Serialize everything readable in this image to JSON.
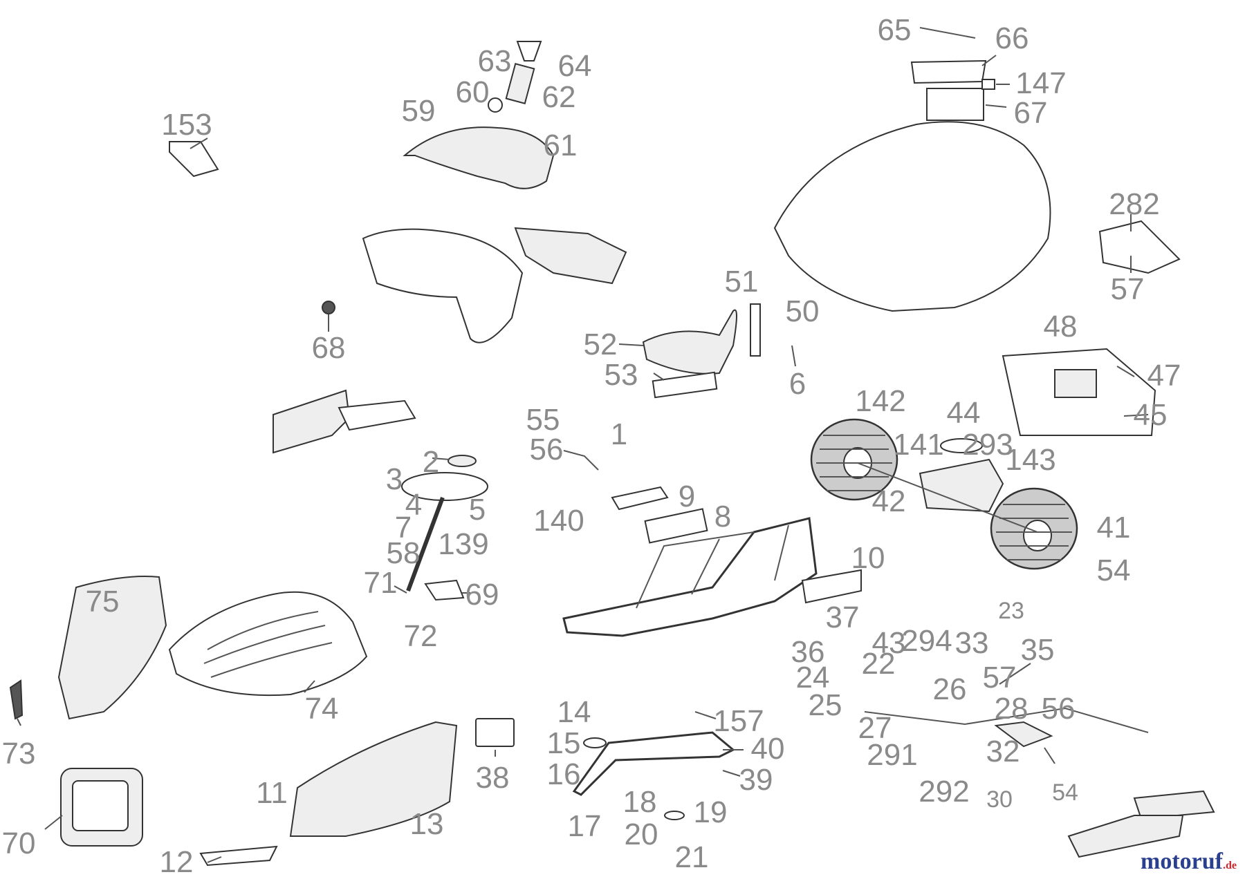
{
  "labels": [
    "153",
    "63",
    "64",
    "60",
    "62",
    "59",
    "61",
    "65",
    "66",
    "147",
    "67",
    "282",
    "57",
    "68",
    "51",
    "50",
    "52",
    "53",
    "6",
    "48",
    "47",
    "45",
    "142",
    "44",
    "293",
    "143",
    "141",
    "42",
    "41",
    "54",
    "55",
    "56",
    "1",
    "2",
    "3",
    "4",
    "5",
    "7",
    "139",
    "58",
    "140",
    "9",
    "8",
    "10",
    "71",
    "69",
    "72",
    "75",
    "74",
    "73",
    "70",
    "11",
    "12",
    "13",
    "14",
    "15",
    "16",
    "17",
    "18",
    "19",
    "20",
    "21",
    "157",
    "39",
    "40",
    "38",
    "37",
    "36",
    "43",
    "294",
    "33",
    "22",
    "23",
    "35",
    "24",
    "25",
    "57",
    "26",
    "27",
    "28",
    "291",
    "292",
    "32",
    "30",
    "54",
    "56"
  ],
  "watermark": {
    "brand": "motoruf",
    "tld": ".de"
  },
  "colors": {
    "label": "#8a8a8a",
    "line": "#333333",
    "brand": "#2b3f8f",
    "tld": "#c8282e"
  }
}
